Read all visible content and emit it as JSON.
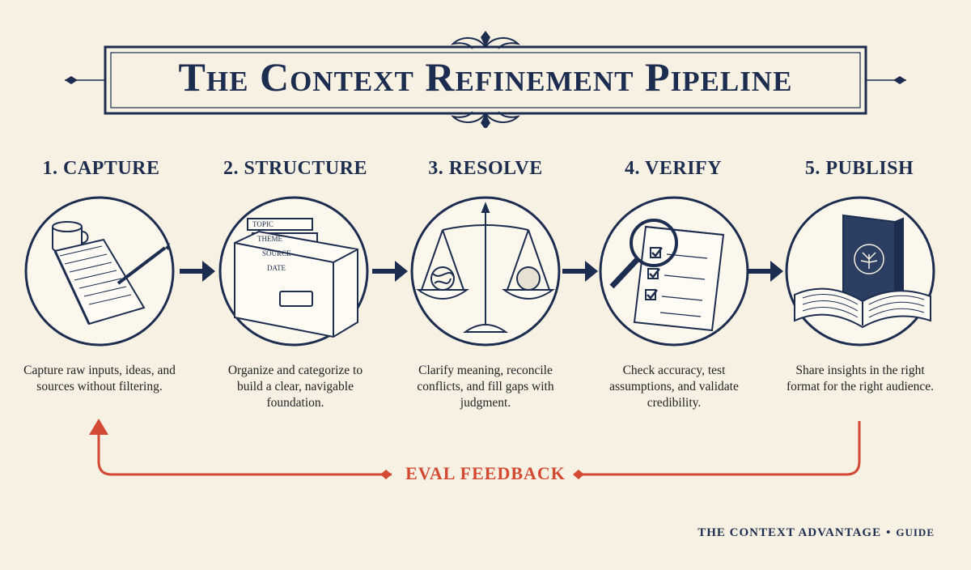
{
  "header": {
    "title": "The Context Refinement Pipeline"
  },
  "steps": [
    {
      "title": "1. CAPTURE",
      "description": "Capture raw inputs, ideas, and sources without filtering.",
      "icon": "notebook-coffee-icon"
    },
    {
      "title": "2. STRUCTURE",
      "description": "Organize and categorize to build a clear, navigable foundation.",
      "icon": "file-drawer-icon",
      "tabs": [
        "TOPIC",
        "THEME",
        "SOURCE",
        "DATE"
      ]
    },
    {
      "title": "3. RESOLVE",
      "description": "Clarify meaning, reconcile conflicts, and fill gaps with judgment.",
      "icon": "balance-scale-icon"
    },
    {
      "title": "4. VERIFY",
      "description": "Check accuracy, test assumptions, and validate credibility.",
      "icon": "magnifier-checklist-icon"
    },
    {
      "title": "5. PUBLISH",
      "description": "Share insights in the right format for the right audience.",
      "icon": "open-book-icon"
    }
  ],
  "feedback": {
    "label": "EVAL FEEDBACK",
    "color": "#d24a33"
  },
  "footer": {
    "brand": "THE CONTEXT ADVANTAGE",
    "separator": "•",
    "suffix": "GUIDE"
  },
  "colors": {
    "background": "#f7f1e3",
    "ink": "#1c2d4f",
    "accent": "#d24a33"
  }
}
